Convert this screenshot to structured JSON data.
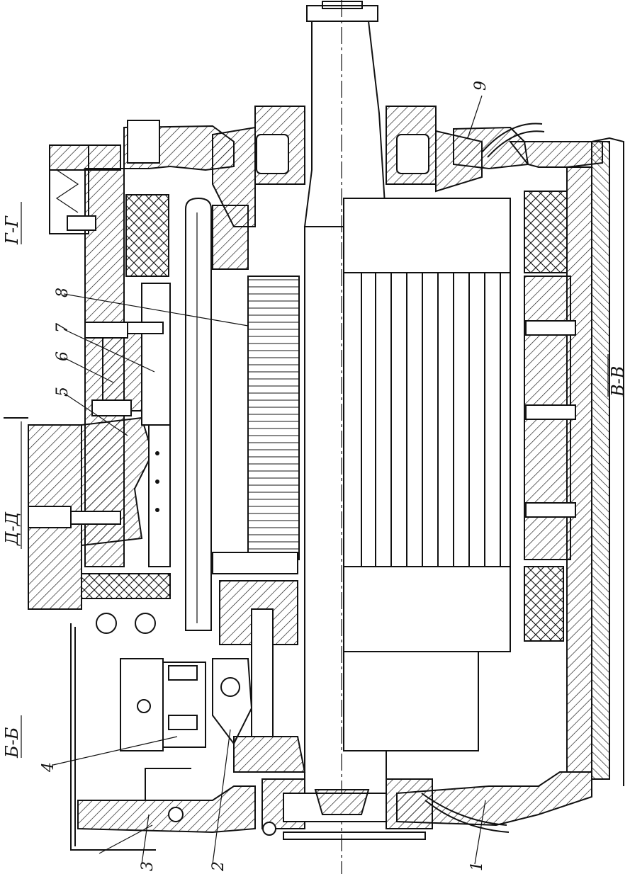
{
  "labels": {
    "n1": "1",
    "n2": "2",
    "n3": "3",
    "n4": "4",
    "n5": "5",
    "n6": "6",
    "n7": "7",
    "n8": "8",
    "n9": "9"
  },
  "sections": {
    "g_g": "Г-Г",
    "d_d": "Д-Д",
    "b_b": "Б-Б",
    "v_v": "В-В"
  }
}
